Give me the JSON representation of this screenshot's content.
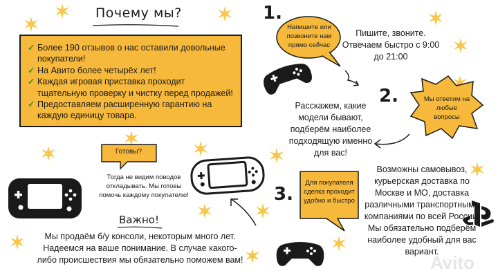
{
  "header": {
    "title": "Почему мы?"
  },
  "reasons": [
    "Более 190 отзывов о нас оставили довольные покупатели!",
    "На Авито более четырёх лет!",
    "Каждая игровая приставка проходит тщательную проверку и чистку перед продажей!",
    "Предоставляем расширенную гарантию на каждую единицу товара."
  ],
  "steps": [
    {
      "number": "1.",
      "bubble": "Напишите или позвоните нам прямо сейчас",
      "text": "Пишите, звоните. Отвечаем быстро с 9:00 до 21:00"
    },
    {
      "number": "2.",
      "bubble": "Мы ответим на любые вопросы",
      "text": "Расскажем, какие модели бывают, подберём наиболее подходящую именно для вас!"
    },
    {
      "number": "3.",
      "bubble": "Для покупателя сделка проходит удобно и быстро",
      "text": "Возможны самовывоз, курьерская доставка по Москве и МО, доставка различными транспортными компаниями по всей России. Мы обязательно подберём наиболее удобный для вас вариант."
    }
  ],
  "ready": {
    "title": "Готовы?",
    "text": "Тогда не видим поводов откладывать. Мы готовы помочь каждому покупателю!"
  },
  "important": {
    "title": "Важно!",
    "text": "Мы продаём б/у консоли, некоторым много лет. Надеемся на ваше понимание. В случае какого-либо происшествия мы обязательно поможем вам!"
  },
  "watermark": "Avito",
  "colors": {
    "accent": "#f6b93b",
    "star": "#f7c64a",
    "check": "#4a8c2a",
    "ink": "#1a1a1a"
  },
  "icons": [
    "star-icon",
    "gamepad-icon",
    "handheld-console-icon",
    "psvita-icon",
    "playstation-logo-icon",
    "arrow-icon",
    "check-icon"
  ]
}
